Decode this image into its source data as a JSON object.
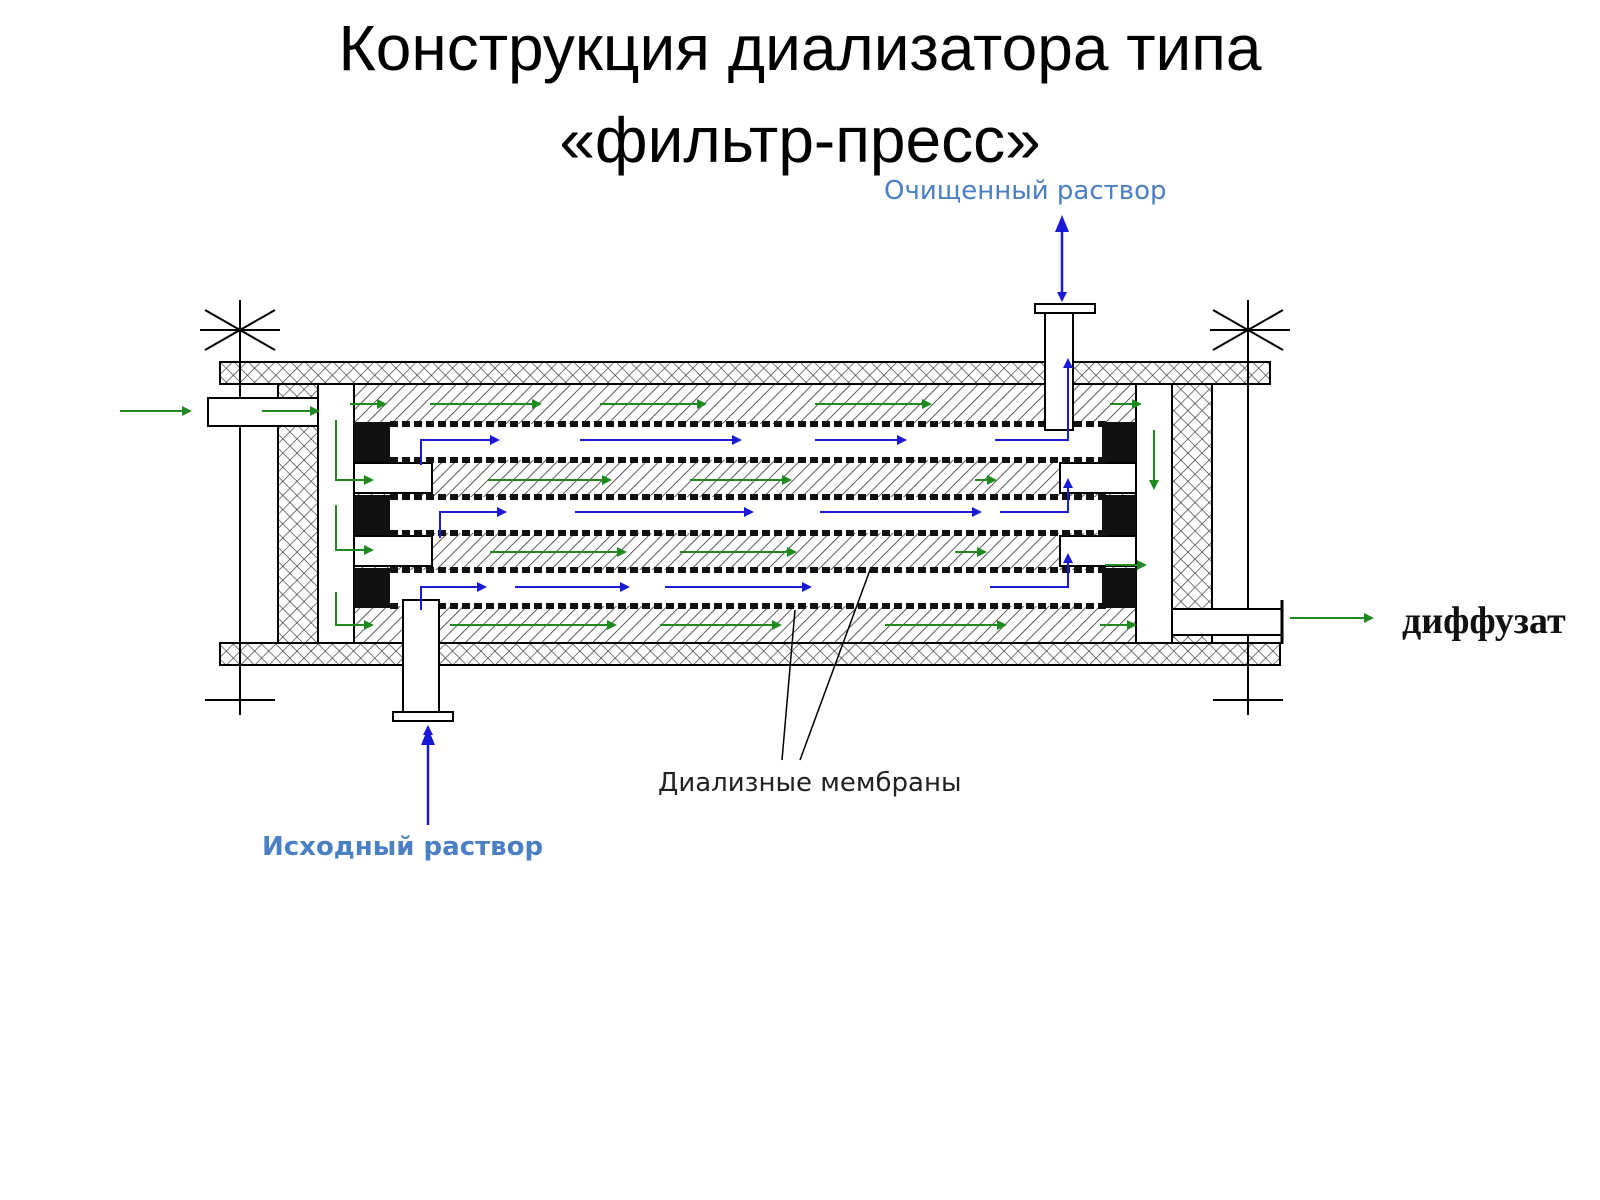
{
  "title": {
    "line1": "Конструкция диализатора типа",
    "line2": "«фильтр-пресс»"
  },
  "labels": {
    "purified_solution": "Очищенный раствор",
    "initial_solution": "Исходный раствор",
    "dialysis_membranes": "Диализные мембраны",
    "diffusate": "диффузат"
  },
  "colors": {
    "primary_flow": "#1a1ad6",
    "secondary_flow": "#1f8a1f",
    "label_blue": "#4a7fc4"
  }
}
